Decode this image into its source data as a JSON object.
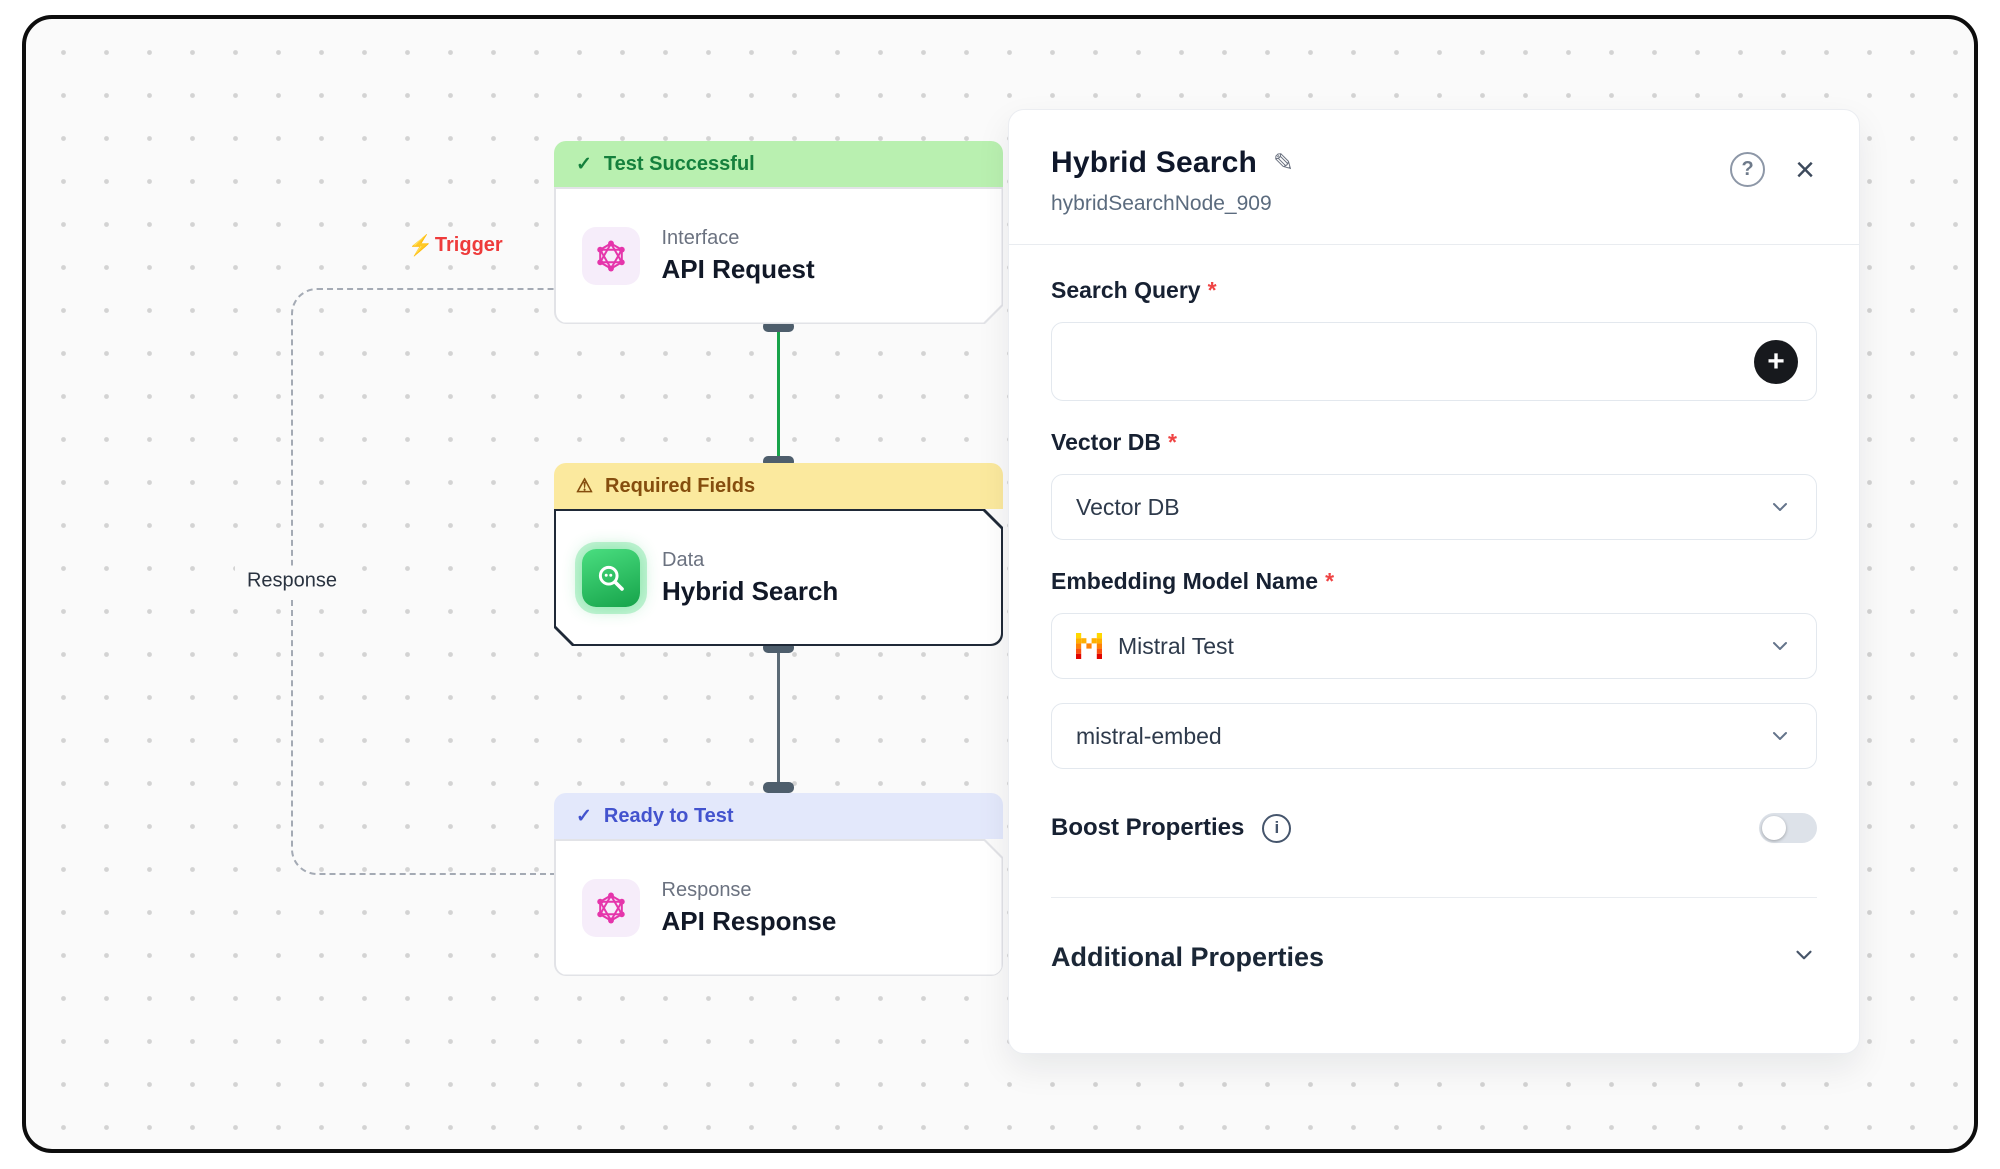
{
  "icons": {
    "check": "✓",
    "warning": "⚠",
    "bolt": "⚡",
    "question": "?",
    "close": "×",
    "plus": "+",
    "pencil": "✎",
    "info": "i"
  },
  "canvas": {
    "trigger_label": "Trigger",
    "response_label": "Response"
  },
  "nodes": [
    {
      "status": "Test Successful",
      "category": "Interface",
      "title": "API Request"
    },
    {
      "status": "Required Fields",
      "category": "Data",
      "title": "Hybrid Search"
    },
    {
      "status": "Ready to Test",
      "category": "Response",
      "title": "API Response"
    }
  ],
  "panel": {
    "title": "Hybrid Search",
    "node_id": "hybridSearchNode_909",
    "required_marker": "*",
    "search_query": {
      "label": "Search Query",
      "value": ""
    },
    "vector_db": {
      "label": "Vector DB",
      "value": "Vector DB"
    },
    "embedding_model": {
      "label": "Embedding Model Name",
      "provider_value": "Mistral Test",
      "model_value": "mistral-embed"
    },
    "boost_properties": {
      "label": "Boost Properties",
      "enabled": false
    },
    "additional_properties": {
      "label": "Additional Properties"
    }
  },
  "colors": {
    "success_green": "#15803d",
    "warning_amber": "#854d0e",
    "ready_indigo": "#4353ce",
    "danger_red": "#ef4444",
    "edge_green": "#18a34a",
    "edge_gray": "#5b6a76",
    "accent_icon_green": "#22c55e",
    "graphql_pink": "#e535ab"
  }
}
